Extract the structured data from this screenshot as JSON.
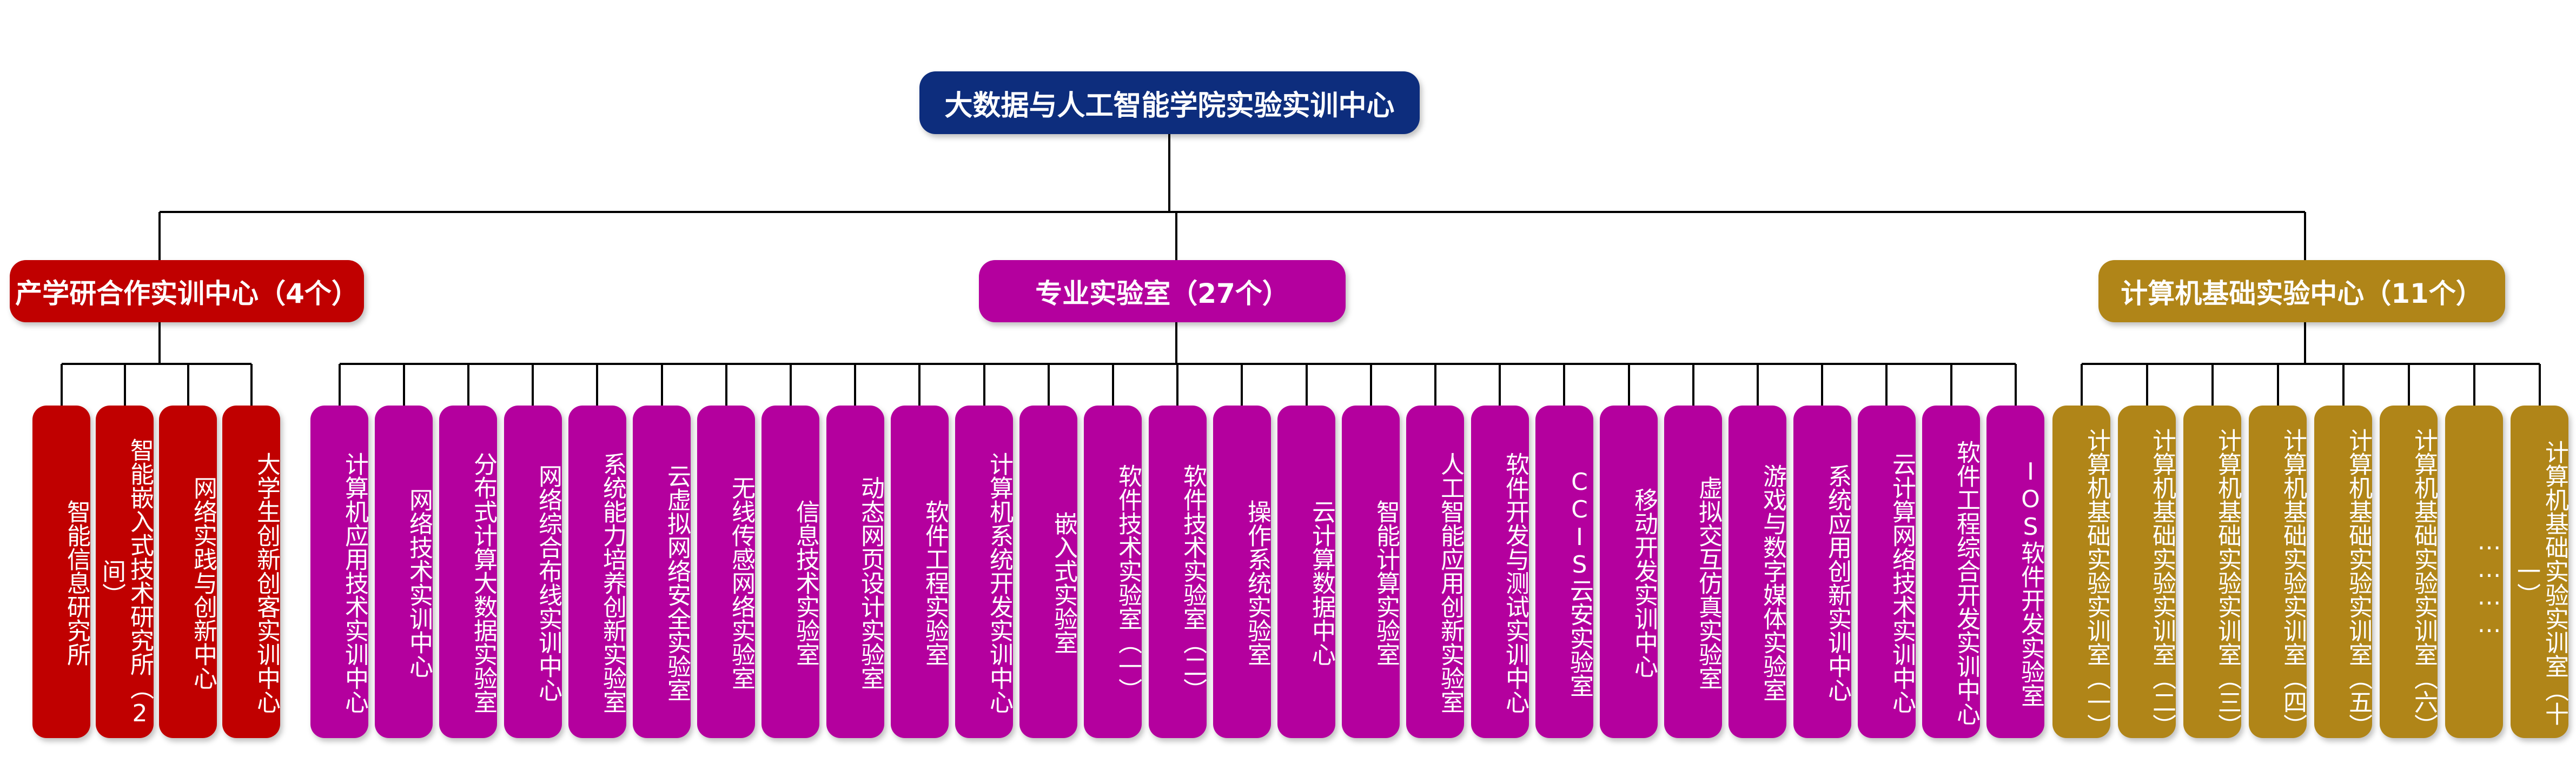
{
  "title": "大数据与人工智能学院实验实训中心",
  "colors": {
    "root": "#0d2d7d",
    "red": "#c00000",
    "magenta": "#b4009e",
    "gold": "#b08518",
    "line": "#000000"
  },
  "categories": [
    {
      "label": "产学研合作实训中心（4个）",
      "color": "red",
      "items": [
        "智能信息研究所",
        "智能嵌入式技术研究所（2间）",
        "网络实践与创新中心",
        "大学生创新创客实训中心"
      ]
    },
    {
      "label": "专业实验室（27个）",
      "color": "magenta",
      "items": [
        "计算机应用技术实训中心",
        "网络技术实训中心",
        "分布式计算大数据实验室",
        "网络综合布线实训中心",
        "系统能力培养创新实验室",
        "云虚拟网络安全实验室",
        "无线传感网络实验室",
        "信息技术实验室",
        "动态网页设计实验室",
        "软件工程实验室",
        "计算机系统开发实训中心",
        "嵌入式实验室",
        "软件技术实验室（一）",
        "软件技术实验室（二）",
        "操作系统实验室",
        "云计算数据中心",
        "智能计算实验室",
        "人工智能应用创新实验室",
        "软件开发与测试实训中心",
        "CCIS云安实验室",
        "移动开发实训中心",
        "虚拟交互仿真实验室",
        "游戏与数字媒体实验室",
        "系统应用创新实训中心",
        "云计算网络技术实训中心",
        "软件工程综合开发实训中心",
        "IOS软件开发实验室"
      ]
    },
    {
      "label": "计算机基础实验中心（11个）",
      "color": "gold",
      "items": [
        "计算机基础实验实训室（一）",
        "计算机基础实验实训室（二）",
        "计算机基础实验实训室（三）",
        "计算机基础实验实训室（四）",
        "计算机基础实验实训室（五）",
        "计算机基础实验实训室（六）",
        "…………",
        "计算机基础实验实训室（十一）"
      ]
    }
  ]
}
